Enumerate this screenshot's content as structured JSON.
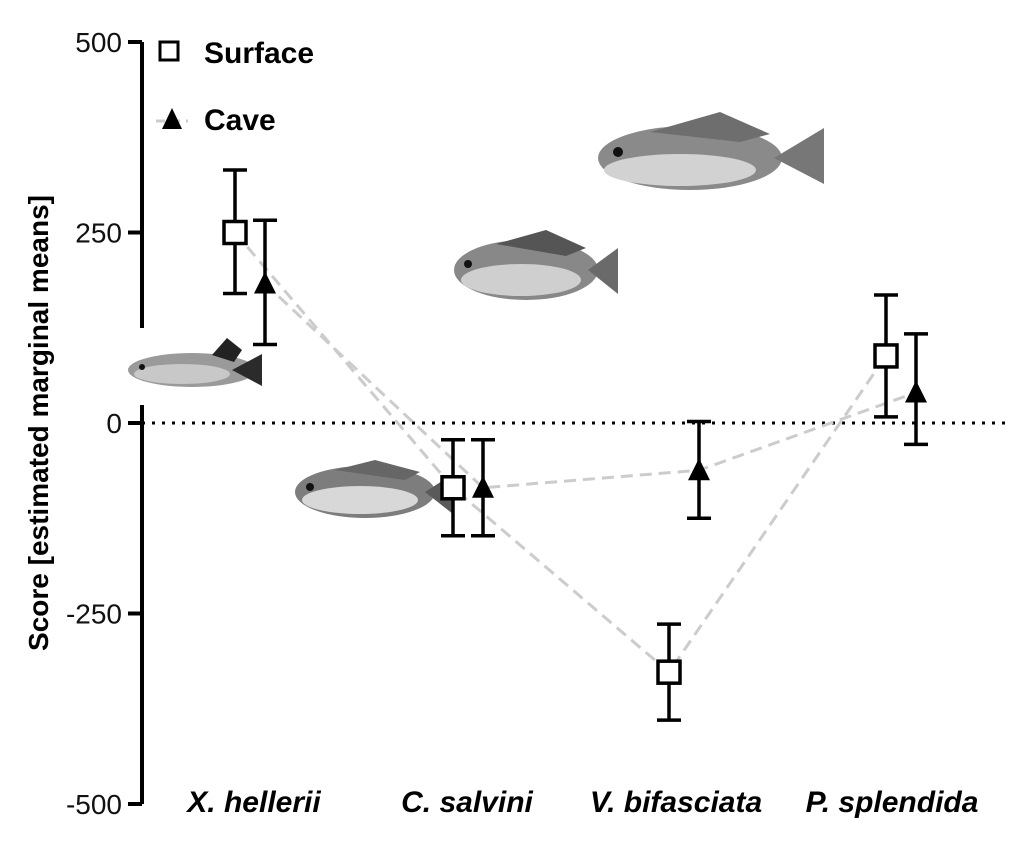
{
  "chart_data": {
    "type": "scatter",
    "title": "",
    "ylabel": "Score [estimated marginal means]",
    "xlabel": "",
    "ylim": [
      -500,
      500
    ],
    "yticks": [
      500,
      250,
      0,
      -250,
      -500
    ],
    "ytick_labels": [
      "500",
      "250",
      "0",
      "-250",
      "-500"
    ],
    "categories": [
      "X. hellerii",
      "C. salvini",
      "V. bifasciata",
      "P. splendida"
    ],
    "reference_line": 0,
    "legend_position": "top-left",
    "series": [
      {
        "name": "Surface",
        "marker": "open-square",
        "values": [
          250,
          -85,
          -327,
          88
        ],
        "err_low": [
          170,
          -148,
          -390,
          8
        ],
        "err_high": [
          332,
          -22,
          -264,
          168
        ]
      },
      {
        "name": "Cave",
        "marker": "filled-triangle",
        "values": [
          183,
          -85,
          -62,
          40
        ],
        "err_low": [
          103,
          -148,
          -125,
          -28
        ],
        "err_high": [
          266,
          -22,
          2,
          117
        ]
      }
    ],
    "colors": {
      "marker": "#000000",
      "connector": "#cccccc",
      "axis": "#000000"
    }
  },
  "images": [
    {
      "name": "fish-x-hellerii",
      "desc": "molly-like fish photo"
    },
    {
      "name": "fish-c-salvini",
      "desc": "cichlid photo"
    },
    {
      "name": "fish-v-bifasciata",
      "desc": "cichlid photo"
    },
    {
      "name": "fish-p-splendida",
      "desc": "cichlid photo"
    }
  ]
}
